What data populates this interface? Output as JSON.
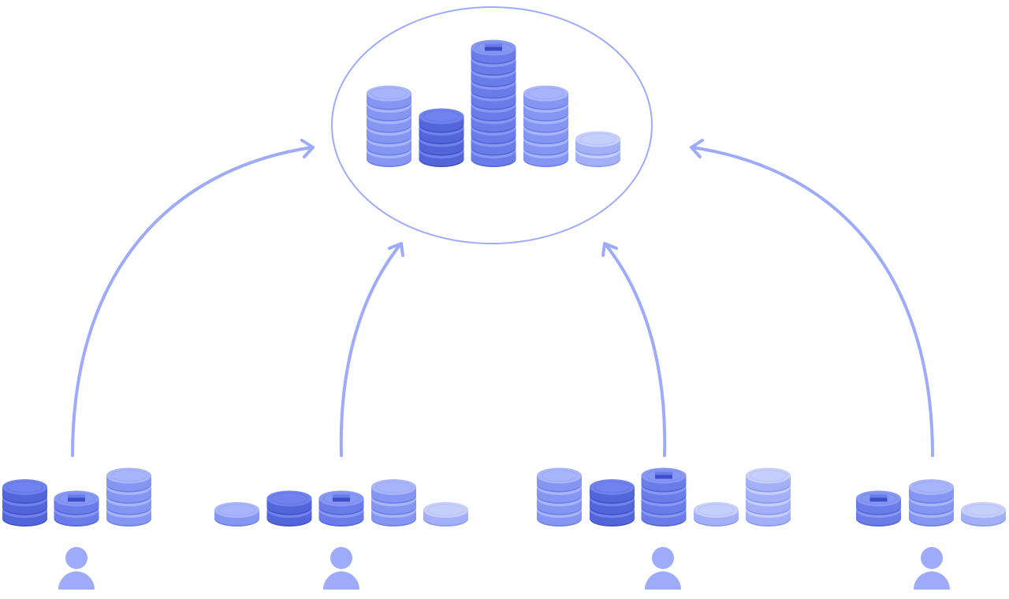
{
  "colors": {
    "outline": "#9dabfa",
    "person": "#9dabfa",
    "shades": {
      "dark": {
        "top": "#6f82ee",
        "side": "#5266da",
        "groove": "#3f50c4"
      },
      "mid": {
        "top": "#8797f4",
        "side": "#6a7ce8",
        "groove": "#5164d6"
      },
      "light": {
        "top": "#a9b5fa",
        "side": "#8596f2",
        "groove": "#6a7de6"
      },
      "lighter": {
        "top": "#c6cefc",
        "side": "#a3b0f8",
        "groove": "#8596f0"
      }
    },
    "marker": "#3d4fc8"
  },
  "pool": {
    "stacks": [
      {
        "coins": 6,
        "shade": "light"
      },
      {
        "coins": 4,
        "shade": "dark"
      },
      {
        "coins": 10,
        "shade": "mid",
        "marker": true
      },
      {
        "coins": 6,
        "shade": "light"
      },
      {
        "coins": 2,
        "shade": "lighter"
      }
    ]
  },
  "contributors": [
    {
      "stacks": [
        {
          "coins": 3,
          "shade": "dark"
        },
        {
          "coins": 2,
          "shade": "mid",
          "marker": true
        },
        {
          "coins": 4,
          "shade": "light"
        }
      ]
    },
    {
      "stacks": [
        {
          "coins": 1,
          "shade": "light"
        },
        {
          "coins": 2,
          "shade": "dark"
        },
        {
          "coins": 2,
          "shade": "mid",
          "marker": true
        },
        {
          "coins": 3,
          "shade": "light"
        },
        {
          "coins": 1,
          "shade": "lighter"
        }
      ]
    },
    {
      "stacks": [
        {
          "coins": 4,
          "shade": "light"
        },
        {
          "coins": 3,
          "shade": "dark"
        },
        {
          "coins": 4,
          "shade": "mid",
          "marker": true
        },
        {
          "coins": 1,
          "shade": "lighter"
        },
        {
          "coins": 4,
          "shade": "lighter"
        }
      ]
    },
    {
      "stacks": [
        {
          "coins": 2,
          "shade": "mid",
          "marker": true
        },
        {
          "coins": 3,
          "shade": "light"
        },
        {
          "coins": 1,
          "shade": "lighter"
        }
      ]
    }
  ]
}
